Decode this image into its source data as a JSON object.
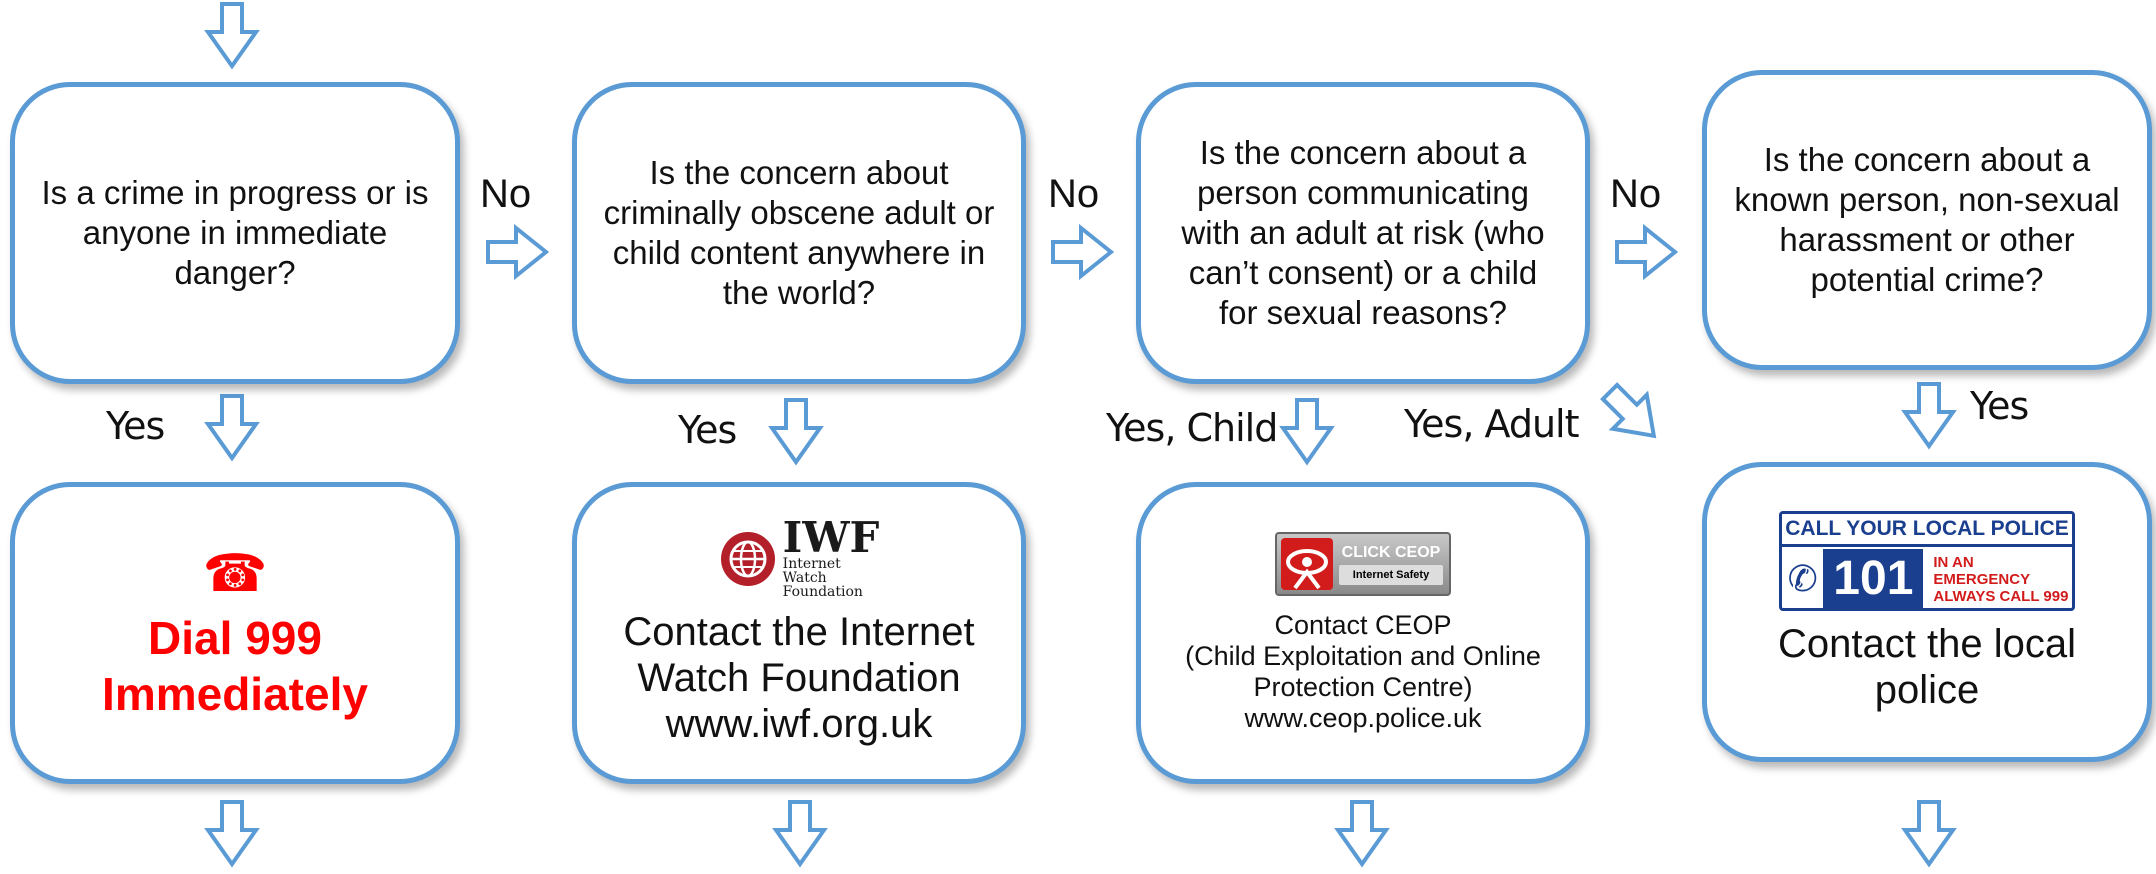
{
  "questions": [
    {
      "text": "Is a crime in progress or is anyone in immediate danger?"
    },
    {
      "text": "Is the concern about criminally obscene adult or child content anywhere in the world?"
    },
    {
      "text": "Is the concern about a person communicating with an adult at risk (who can’t consent) or a child for sexual reasons?"
    },
    {
      "text": "Is the concern about a known person, non-sexual harassment or other potential crime?"
    }
  ],
  "labels": {
    "no": "No",
    "yes": "Yes",
    "yes_child": "Yes, Child",
    "yes_adult": "Yes, Adult"
  },
  "results": {
    "dial": {
      "icon": "telephone-icon",
      "line1": "Dial 999",
      "line2": "Immediately"
    },
    "iwf": {
      "logo_word": "IWF",
      "logo_sub": [
        "Internet",
        "Watch",
        "Foundation"
      ],
      "line1": "Contact the Internet",
      "line2": "Watch Foundation",
      "line3": "www.iwf.org.uk"
    },
    "ceop": {
      "logo_title": "CLICK CEOP",
      "logo_sub": "Internet Safety",
      "line1": "Contact CEOP",
      "line2": "(Child Exploitation and Online",
      "line3": "Protection Centre)",
      "line4": "www.ceop.police.uk"
    },
    "police": {
      "logo_top": "CALL YOUR LOCAL POLICE",
      "logo_number": "101",
      "logo_em1": "IN AN EMERGENCY",
      "logo_em2": "ALWAYS CALL 999",
      "line1": "Contact the local",
      "line2": "police"
    }
  },
  "colors": {
    "box_border": "#5b9bd5",
    "arrow_fill": "#ffffff",
    "arrow_stroke": "#5b9bd5",
    "dial_text": "#ff0000"
  }
}
